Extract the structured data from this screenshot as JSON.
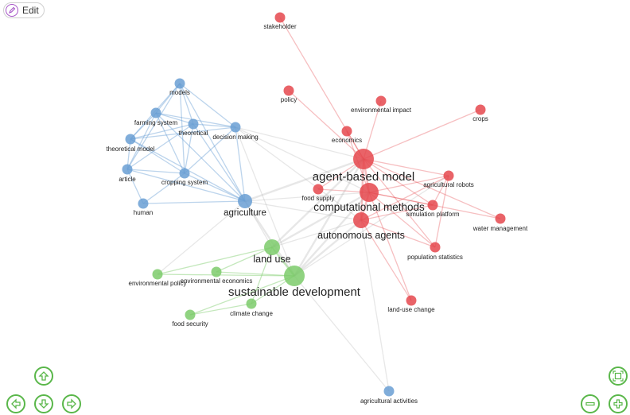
{
  "toolbar": {
    "edit_label": "Edit",
    "edit_icon": "pencil-icon"
  },
  "navigation": {
    "pan_up": "arrow-up-icon",
    "pan_down": "arrow-down-icon",
    "pan_left": "arrow-left-icon",
    "pan_right": "arrow-right-icon",
    "zoom_fit": "fit-to-screen-icon",
    "zoom_in": "plus-icon",
    "zoom_out": "minus-icon"
  },
  "colors": {
    "red_cluster": "#e5484d",
    "blue_cluster": "#6a9fd4",
    "green_cluster": "#7ccb6b",
    "nav_green": "#5ab74a"
  },
  "nodes": [
    {
      "id": "stakeholder",
      "label": "stakeholder",
      "cluster": "red",
      "weight": 1
    },
    {
      "id": "policy",
      "label": "policy",
      "cluster": "red",
      "weight": 1
    },
    {
      "id": "environmental impact",
      "label": "environmental impact",
      "cluster": "red",
      "weight": 1
    },
    {
      "id": "crops",
      "label": "crops",
      "cluster": "red",
      "weight": 1
    },
    {
      "id": "economics",
      "label": "economics",
      "cluster": "red",
      "weight": 1
    },
    {
      "id": "agent-based model",
      "label": "agent-based model",
      "cluster": "red",
      "weight": 3
    },
    {
      "id": "agricultural robots",
      "label": "agricultural robots",
      "cluster": "red",
      "weight": 1
    },
    {
      "id": "food supply",
      "label": "food supply",
      "cluster": "red",
      "weight": 1
    },
    {
      "id": "computational methods",
      "label": "computational methods",
      "cluster": "red",
      "weight": 2.5
    },
    {
      "id": "simulation platform",
      "label": "simulation platform",
      "cluster": "red",
      "weight": 1
    },
    {
      "id": "water management",
      "label": "water management",
      "cluster": "red",
      "weight": 1
    },
    {
      "id": "autonomous agents",
      "label": "autonomous agents",
      "cluster": "red",
      "weight": 2
    },
    {
      "id": "population statistics",
      "label": "population statistics",
      "cluster": "red",
      "weight": 1
    },
    {
      "id": "land-use change",
      "label": "land-use change",
      "cluster": "red",
      "weight": 1
    },
    {
      "id": "models",
      "label": "models",
      "cluster": "blue",
      "weight": 1
    },
    {
      "id": "farming system",
      "label": "farming system",
      "cluster": "blue",
      "weight": 1
    },
    {
      "id": "theoretical",
      "label": "theoretical",
      "cluster": "blue",
      "weight": 1
    },
    {
      "id": "decision making",
      "label": "decision making",
      "cluster": "blue",
      "weight": 1
    },
    {
      "id": "theoretical model",
      "label": "theoretical model",
      "cluster": "blue",
      "weight": 1
    },
    {
      "id": "article",
      "label": "article",
      "cluster": "blue",
      "weight": 1
    },
    {
      "id": "cropping system",
      "label": "cropping system",
      "cluster": "blue",
      "weight": 1
    },
    {
      "id": "human",
      "label": "human",
      "cluster": "blue",
      "weight": 1
    },
    {
      "id": "agriculture",
      "label": "agriculture",
      "cluster": "blue",
      "weight": 1.6
    },
    {
      "id": "agricultural activities",
      "label": "agricultural activities",
      "cluster": "blue",
      "weight": 1
    },
    {
      "id": "land use",
      "label": "land use",
      "cluster": "green",
      "weight": 2
    },
    {
      "id": "environmental policy",
      "label": "environmental policy",
      "cluster": "green",
      "weight": 1
    },
    {
      "id": "environmental economics",
      "label": "environmental economics",
      "cluster": "green",
      "weight": 1
    },
    {
      "id": "sustainable development",
      "label": "sustainable development",
      "cluster": "green",
      "weight": 3
    },
    {
      "id": "climate change",
      "label": "climate change",
      "cluster": "green",
      "weight": 1
    },
    {
      "id": "food security",
      "label": "food security",
      "cluster": "green",
      "weight": 1
    }
  ],
  "edges": [
    [
      "stakeholder",
      "agent-based model"
    ],
    [
      "policy",
      "agent-based model"
    ],
    [
      "environmental impact",
      "agent-based model"
    ],
    [
      "crops",
      "agent-based model"
    ],
    [
      "economics",
      "agent-based model"
    ],
    [
      "economics",
      "computational methods"
    ],
    [
      "agent-based model",
      "agricultural robots"
    ],
    [
      "agent-based model",
      "computational methods"
    ],
    [
      "agent-based model",
      "autonomous agents"
    ],
    [
      "agent-based model",
      "simulation platform"
    ],
    [
      "agent-based model",
      "water management"
    ],
    [
      "agent-based model",
      "population statistics"
    ],
    [
      "agent-based model",
      "food supply"
    ],
    [
      "computational methods",
      "agricultural robots"
    ],
    [
      "computational methods",
      "simulation platform"
    ],
    [
      "computational methods",
      "water management"
    ],
    [
      "computational methods",
      "population statistics"
    ],
    [
      "computational methods",
      "autonomous agents"
    ],
    [
      "computational methods",
      "land-use change"
    ],
    [
      "computational methods",
      "food supply"
    ],
    [
      "autonomous agents",
      "simulation platform"
    ],
    [
      "autonomous agents",
      "population statistics"
    ],
    [
      "autonomous agents",
      "agricultural robots"
    ],
    [
      "autonomous agents",
      "land-use change"
    ],
    [
      "agricultural robots",
      "population statistics"
    ],
    [
      "agricultural robots",
      "simulation platform"
    ],
    [
      "models",
      "farming system"
    ],
    [
      "models",
      "theoretical"
    ],
    [
      "models",
      "decision making"
    ],
    [
      "models",
      "theoretical model"
    ],
    [
      "models",
      "article"
    ],
    [
      "models",
      "cropping system"
    ],
    [
      "models",
      "agriculture"
    ],
    [
      "farming system",
      "theoretical"
    ],
    [
      "farming system",
      "theoretical model"
    ],
    [
      "farming system",
      "article"
    ],
    [
      "farming system",
      "cropping system"
    ],
    [
      "farming system",
      "decision making"
    ],
    [
      "farming system",
      "agriculture"
    ],
    [
      "theoretical",
      "theoretical model"
    ],
    [
      "theoretical",
      "article"
    ],
    [
      "theoretical",
      "cropping system"
    ],
    [
      "theoretical",
      "decision making"
    ],
    [
      "theoretical",
      "agriculture"
    ],
    [
      "decision making",
      "agriculture"
    ],
    [
      "decision making",
      "cropping system"
    ],
    [
      "decision making",
      "theoretical model"
    ],
    [
      "theoretical model",
      "article"
    ],
    [
      "theoretical model",
      "cropping system"
    ],
    [
      "theoretical model",
      "agriculture"
    ],
    [
      "article",
      "cropping system"
    ],
    [
      "article",
      "human"
    ],
    [
      "article",
      "agriculture"
    ],
    [
      "cropping system",
      "agriculture"
    ],
    [
      "cropping system",
      "human"
    ],
    [
      "human",
      "agriculture"
    ],
    [
      "agriculture",
      "land use"
    ],
    [
      "agriculture",
      "sustainable development"
    ],
    [
      "agriculture",
      "agent-based model"
    ],
    [
      "agriculture",
      "computational methods"
    ],
    [
      "agriculture",
      "autonomous agents"
    ],
    [
      "decision making",
      "agent-based model"
    ],
    [
      "decision making",
      "computational methods"
    ],
    [
      "decision making",
      "autonomous agents"
    ],
    [
      "decision making",
      "sustainable development"
    ],
    [
      "land use",
      "sustainable development"
    ],
    [
      "land use",
      "agent-based model"
    ],
    [
      "land use",
      "computational methods"
    ],
    [
      "land use",
      "autonomous agents"
    ],
    [
      "land use",
      "environmental policy"
    ],
    [
      "land use",
      "environmental economics"
    ],
    [
      "land use",
      "climate change"
    ],
    [
      "sustainable development",
      "agent-based model"
    ],
    [
      "sustainable development",
      "computational methods"
    ],
    [
      "sustainable development",
      "autonomous agents"
    ],
    [
      "sustainable development",
      "environmental policy"
    ],
    [
      "sustainable development",
      "environmental economics"
    ],
    [
      "sustainable development",
      "climate change"
    ],
    [
      "sustainable development",
      "food security"
    ],
    [
      "sustainable development",
      "agricultural activities"
    ],
    [
      "sustainable development",
      "agricultural robots"
    ],
    [
      "climate change",
      "food security"
    ],
    [
      "autonomous agents",
      "agricultural activities"
    ],
    [
      "environmental policy",
      "agriculture"
    ]
  ]
}
